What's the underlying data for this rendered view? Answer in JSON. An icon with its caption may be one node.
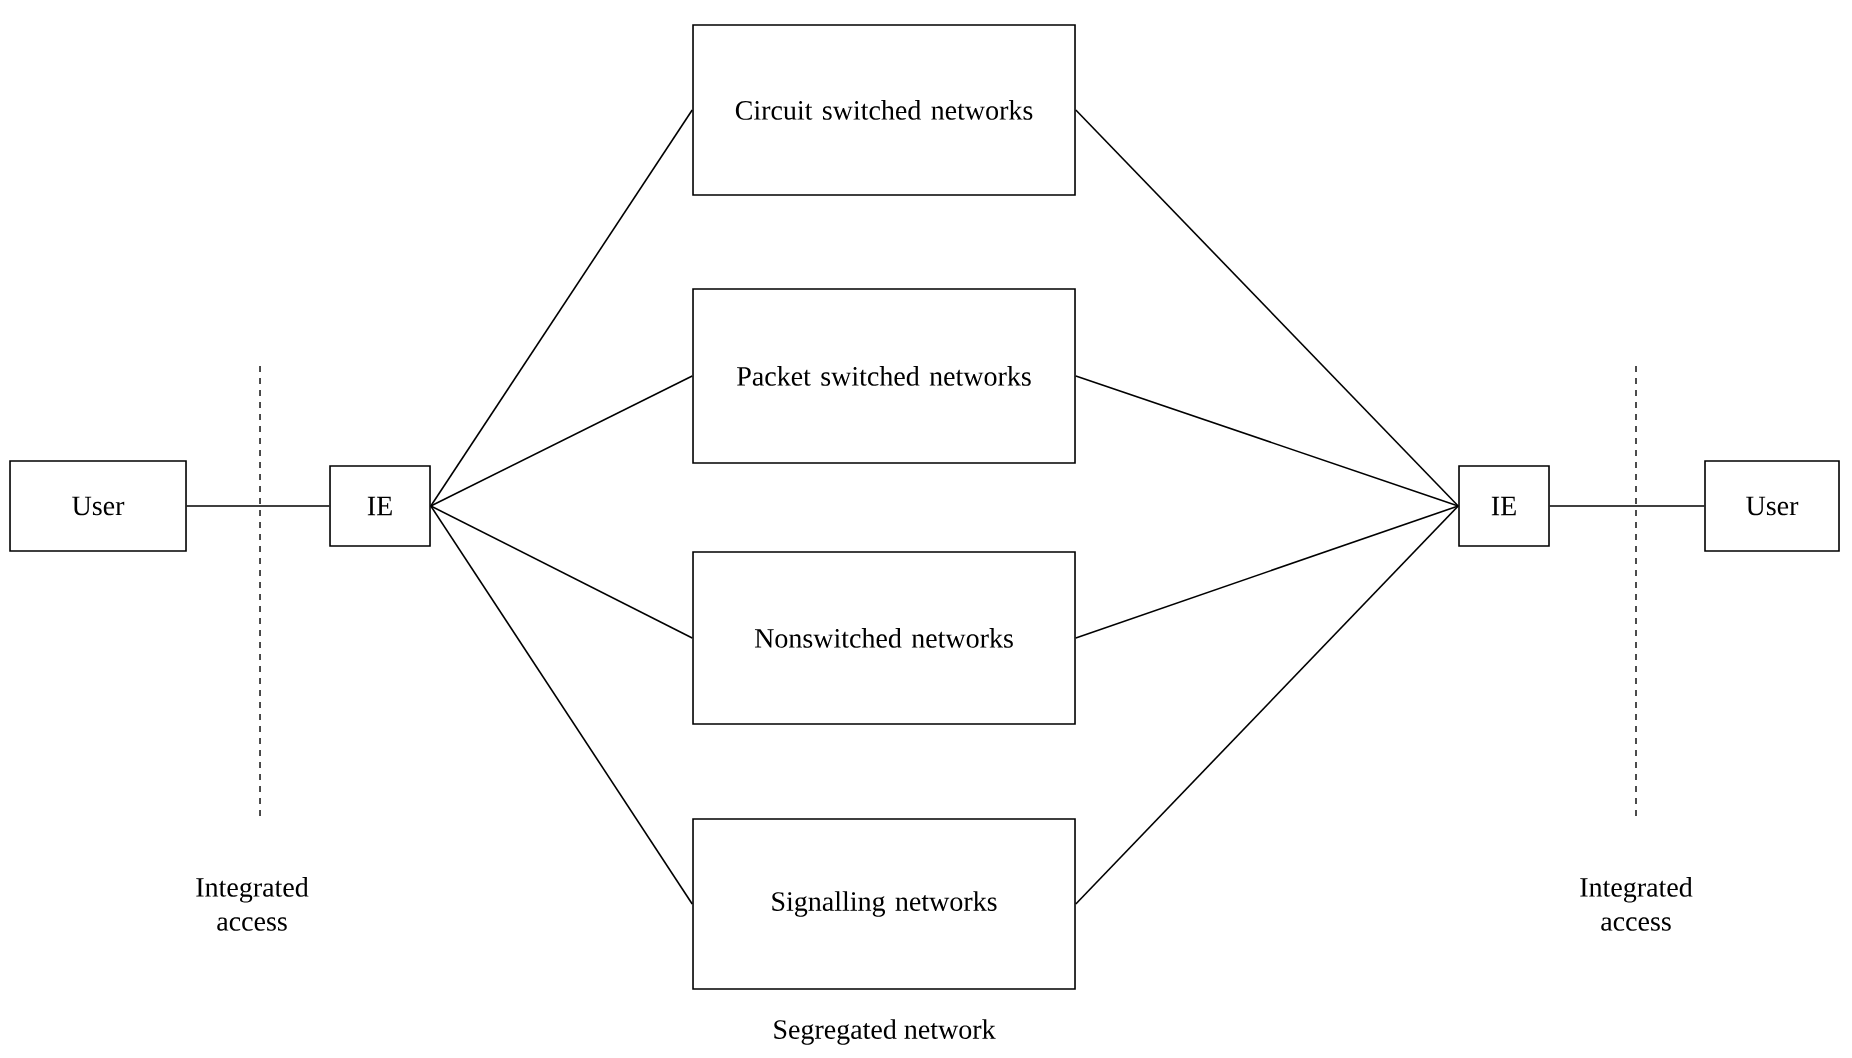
{
  "diagram": {
    "caption": "Segregated network",
    "nodes": [
      {
        "text": [
          "User"
        ]
      },
      {
        "text": [
          "IE"
        ]
      },
      {
        "text": [
          "Circuit switched networks"
        ]
      },
      {
        "text": [
          "Packet switched networks"
        ]
      },
      {
        "text": [
          "Nonswitched networks"
        ]
      },
      {
        "text": [
          "Signalling networks"
        ]
      },
      {
        "text": [
          "IE"
        ]
      },
      {
        "text": [
          "User"
        ]
      }
    ],
    "edges": [
      {
        "from": 0,
        "to": 1,
        "arrow": "none"
      },
      {
        "from": 1,
        "to": 2,
        "arrow": "none"
      },
      {
        "from": 1,
        "to": 3,
        "arrow": "none"
      },
      {
        "from": 1,
        "to": 4,
        "arrow": "none"
      },
      {
        "from": 1,
        "to": 5,
        "arrow": "none"
      },
      {
        "from": 2,
        "to": 6,
        "arrow": "none"
      },
      {
        "from": 3,
        "to": 6,
        "arrow": "none"
      },
      {
        "from": 4,
        "to": 6,
        "arrow": "none"
      },
      {
        "from": 5,
        "to": 6,
        "arrow": "none"
      },
      {
        "from": 6,
        "to": 7,
        "arrow": "none"
      }
    ],
    "labels": [
      "Integrated access",
      "Integrated access"
    ]
  }
}
